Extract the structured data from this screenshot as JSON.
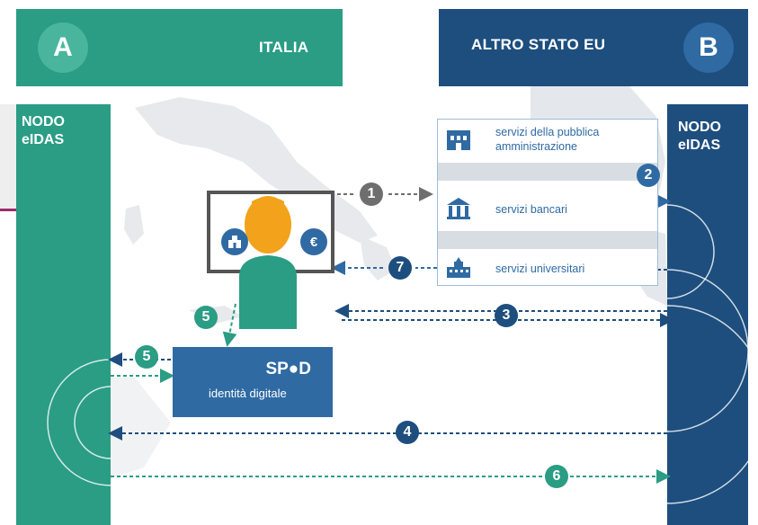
{
  "header": {
    "left_badge": "A",
    "left_title": "ITALIA",
    "right_title": "ALTRO STATO EU",
    "right_badge": "B"
  },
  "nodes": {
    "left": [
      "NODO",
      "eIDAS"
    ],
    "right": [
      "NODO",
      "eIDAS"
    ]
  },
  "services": {
    "items": [
      {
        "label_line1": "servizi della pubblica",
        "label_line2": "amministrazione",
        "icon": "building-icon"
      },
      {
        "label_line1": "servizi bancari",
        "label_line2": "",
        "icon": "bank-icon"
      },
      {
        "label_line1": "servizi universitari",
        "label_line2": "",
        "icon": "university-icon"
      }
    ]
  },
  "user": {
    "left_icon": "institution-icon",
    "right_icon": "euro-icon",
    "right_icon_glyph": "€"
  },
  "spid": {
    "logo": "SP●D",
    "subtitle": "identità digitale"
  },
  "steps": {
    "s1": "1",
    "s2": "2",
    "s3": "3",
    "s4": "4",
    "s5a": "5",
    "s5b": "5",
    "s6": "6",
    "s7": "7"
  },
  "colors": {
    "green": "#2a9d84",
    "navy": "#1d4e7e",
    "blue": "#2f6aa3",
    "grey": "#6e6e6e",
    "orange": "#f2a31b"
  }
}
